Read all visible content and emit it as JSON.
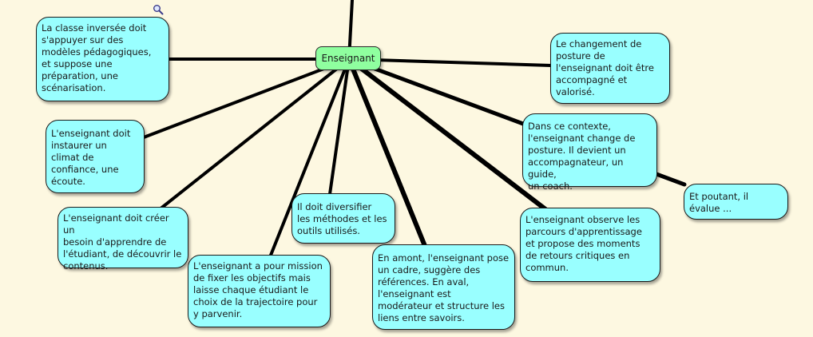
{
  "center": {
    "label": "Enseignant"
  },
  "nodes": [
    {
      "id": "n1",
      "text": "La classe inversée doit\ns'appuyer sur des\nmodèles pédagogiques,\net suppose une\npréparation, une\nscénarisation."
    },
    {
      "id": "n2",
      "text": "Le changement de\nposture de\nl'enseignant doit être\naccompagné et\nvalorisé."
    },
    {
      "id": "n3",
      "text": "L'enseignant doit\ninstaurer un\nclimat de\nconfiance, une\nécoute."
    },
    {
      "id": "n4",
      "text": "Dans ce contexte,\nl'enseignant change de\nposture. Il devient un\naccompagnateur, un guide,\nun coach."
    },
    {
      "id": "n5",
      "text": "Et poutant, il\névalue ..."
    },
    {
      "id": "n6",
      "text": "L'enseignant doit créer un\nbesoin d'apprendre de\nl'étudiant, de découvrir le\ncontenus."
    },
    {
      "id": "n7",
      "text": "Il doit diversifier\nles méthodes et les\noutils utilisés."
    },
    {
      "id": "n8",
      "text": "L'enseignant observe les\nparcours d'apprentissage\net propose des moments\nde retours critiques en\ncommun."
    },
    {
      "id": "n9",
      "text": "L'enseignant a pour mission\nde fixer les objectifs mais\nlaisse chaque étudiant le\nchoix de la trajectoire pour\ny parvenir."
    },
    {
      "id": "n10",
      "text": "En amont, l'enseignant pose\nun cadre, suggère des\nréférences. En aval,\nl'enseignant est\nmodérateur et structure les\nliens entre savoirs."
    }
  ],
  "links": [
    {
      "from": "center",
      "to": "n1"
    },
    {
      "from": "center",
      "to": "n2"
    },
    {
      "from": "center",
      "to": "n3"
    },
    {
      "from": "center",
      "to": "n4"
    },
    {
      "from": "n4",
      "to": "n5"
    },
    {
      "from": "center",
      "to": "n6"
    },
    {
      "from": "center",
      "to": "n7"
    },
    {
      "from": "center",
      "to": "n8"
    },
    {
      "from": "center",
      "to": "n9"
    },
    {
      "from": "center",
      "to": "n10"
    },
    {
      "from": "center",
      "to": "parent"
    }
  ],
  "colors": {
    "node": "#99ffff",
    "center": "#8fff9f",
    "background": "#fdf8e1",
    "link": "#000000"
  },
  "icons": {
    "zoom": "magnifier-icon"
  }
}
